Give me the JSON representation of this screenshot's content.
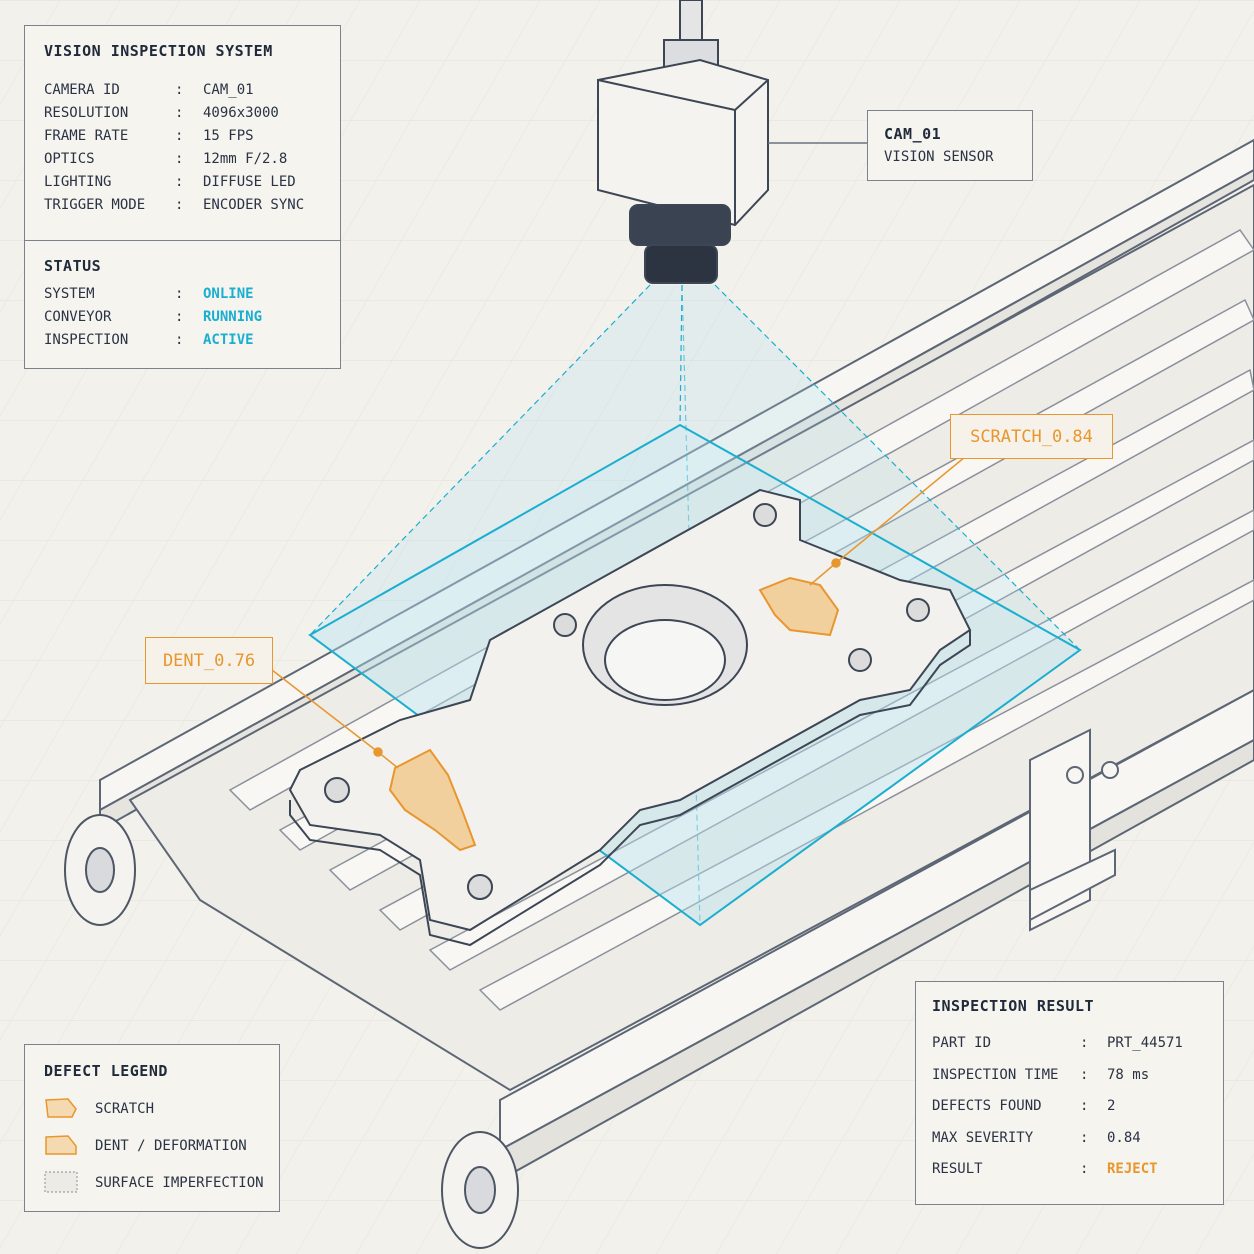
{
  "system_panel": {
    "title": "VISION INSPECTION SYSTEM",
    "specs": [
      {
        "label": "CAMERA ID",
        "value": "CAM_01"
      },
      {
        "label": "RESOLUTION",
        "value": "4096x3000"
      },
      {
        "label": "FRAME RATE",
        "value": "15 FPS"
      },
      {
        "label": "OPTICS",
        "value": "12mm F/2.8"
      },
      {
        "label": "LIGHTING",
        "value": "DIFFUSE LED"
      },
      {
        "label": "TRIGGER MODE",
        "value": "ENCODER SYNC"
      }
    ],
    "status_title": "STATUS",
    "status": [
      {
        "label": "SYSTEM",
        "value": "ONLINE"
      },
      {
        "label": "CONVEYOR",
        "value": "RUNNING"
      },
      {
        "label": "INSPECTION",
        "value": "ACTIVE"
      }
    ],
    "sep": ":"
  },
  "camera_label": {
    "id": "CAM_01",
    "type": "VISION SENSOR"
  },
  "callouts": {
    "scratch": "SCRATCH_0.84",
    "dent": "DENT_0.76"
  },
  "legend": {
    "title": "DEFECT LEGEND",
    "items": [
      {
        "label": "SCRATCH",
        "icon": "scratch-swatch-icon"
      },
      {
        "label": "DENT / DEFORMATION",
        "icon": "dent-swatch-icon"
      },
      {
        "label": "SURFACE IMPERFECTION",
        "icon": "surface-swatch-icon"
      }
    ]
  },
  "result_panel": {
    "title": "INSPECTION RESULT",
    "rows": [
      {
        "label": "PART ID",
        "value": "PRT_44571"
      },
      {
        "label": "INSPECTION TIME",
        "value": "78 ms"
      },
      {
        "label": "DEFECTS FOUND",
        "value": "2"
      },
      {
        "label": "MAX SEVERITY",
        "value": "0.84"
      },
      {
        "label": "RESULT",
        "value": "REJECT"
      }
    ],
    "sep": ":"
  },
  "colors": {
    "accent_cyan": "#1aaed0",
    "accent_orange": "#e8962e",
    "ink": "#1f2a3a"
  }
}
